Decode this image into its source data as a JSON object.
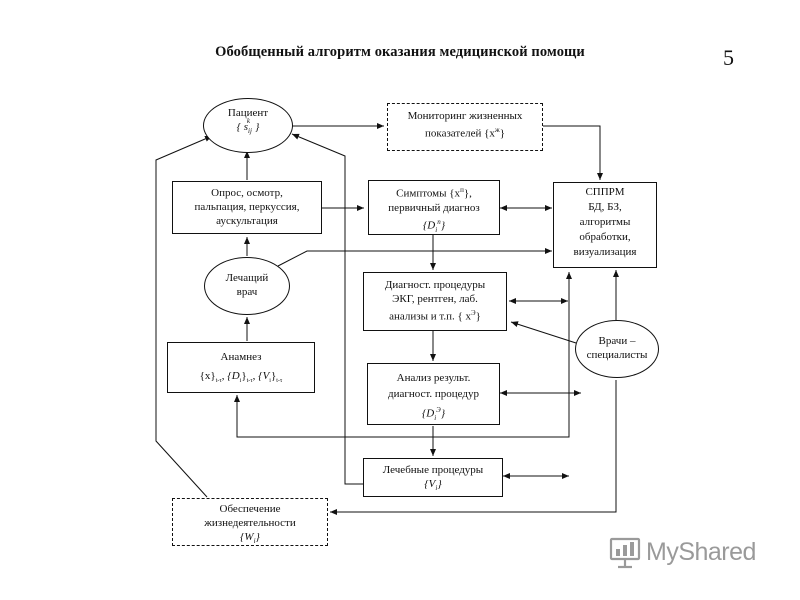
{
  "title": "Обобщенный алгоритм оказания медицинской помощи",
  "page_number": "5",
  "nodes": {
    "patient": {
      "line1": "Пациент",
      "line2": "{ s"
    },
    "monitoring": {
      "line1": "Мониторинг жизненных",
      "line2": "показателей {x"
    },
    "survey": {
      "line1": "Опрос, осмотр,",
      "line2": "пальпация, перкуссия,",
      "line3": "аускультация"
    },
    "symptoms": {
      "line1": "Симптомы {x",
      "line2": "первичный диагноз",
      "line3": "{D"
    },
    "sppr": {
      "line1": "СППРМ",
      "line2": "БД, БЗ,",
      "line3": "алгоритмы",
      "line4": "обработки,",
      "line5": "визуализация"
    },
    "doctor": {
      "line1": "Лечащий",
      "line2": "врач"
    },
    "diagnostics": {
      "line1": "Диагност. процедуры",
      "line2": "ЭКГ, рентген, лаб.",
      "line3": "анализы и т.п. { x"
    },
    "specialists": {
      "line1": "Врачи –",
      "line2": "специалисты"
    },
    "anamnesis": {
      "line1": "Анамнез",
      "line2": "{x}",
      "line3": "{D",
      "line4": "{V"
    },
    "analysis": {
      "line1": "Анализ результ.",
      "line2": "диагност. процедур",
      "line3": "{D"
    },
    "treatment": {
      "line1": "Лечебные процедуры",
      "line2": "{V"
    },
    "life_support": {
      "line1": "Обеспечение",
      "line2": "жизнедеятельности",
      "line3": "{W"
    }
  },
  "watermark": {
    "text": "MyShared"
  }
}
